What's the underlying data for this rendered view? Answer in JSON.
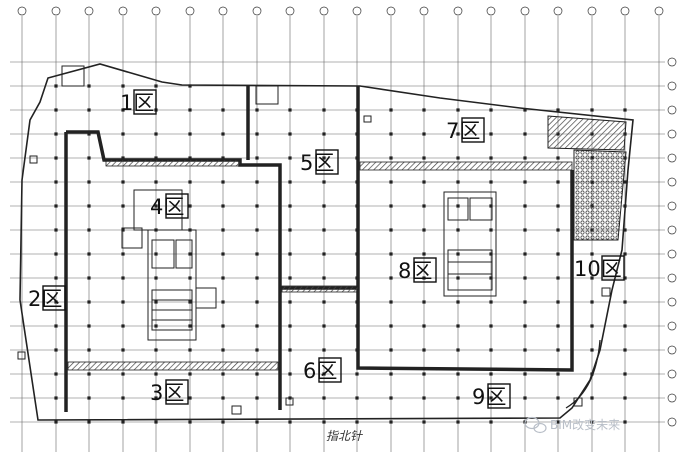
{
  "zones": [
    "1区",
    "2区",
    "3区",
    "4区",
    "5区",
    "6区",
    "7区",
    "8区",
    "9区",
    "10区"
  ],
  "handwritten_note": "指北针",
  "watermark": {
    "text": "BIM改变未来",
    "color": "#b9bfc8"
  },
  "colors": {
    "line": "#222222",
    "hatch": "#555555",
    "paper": "#ffffff"
  }
}
